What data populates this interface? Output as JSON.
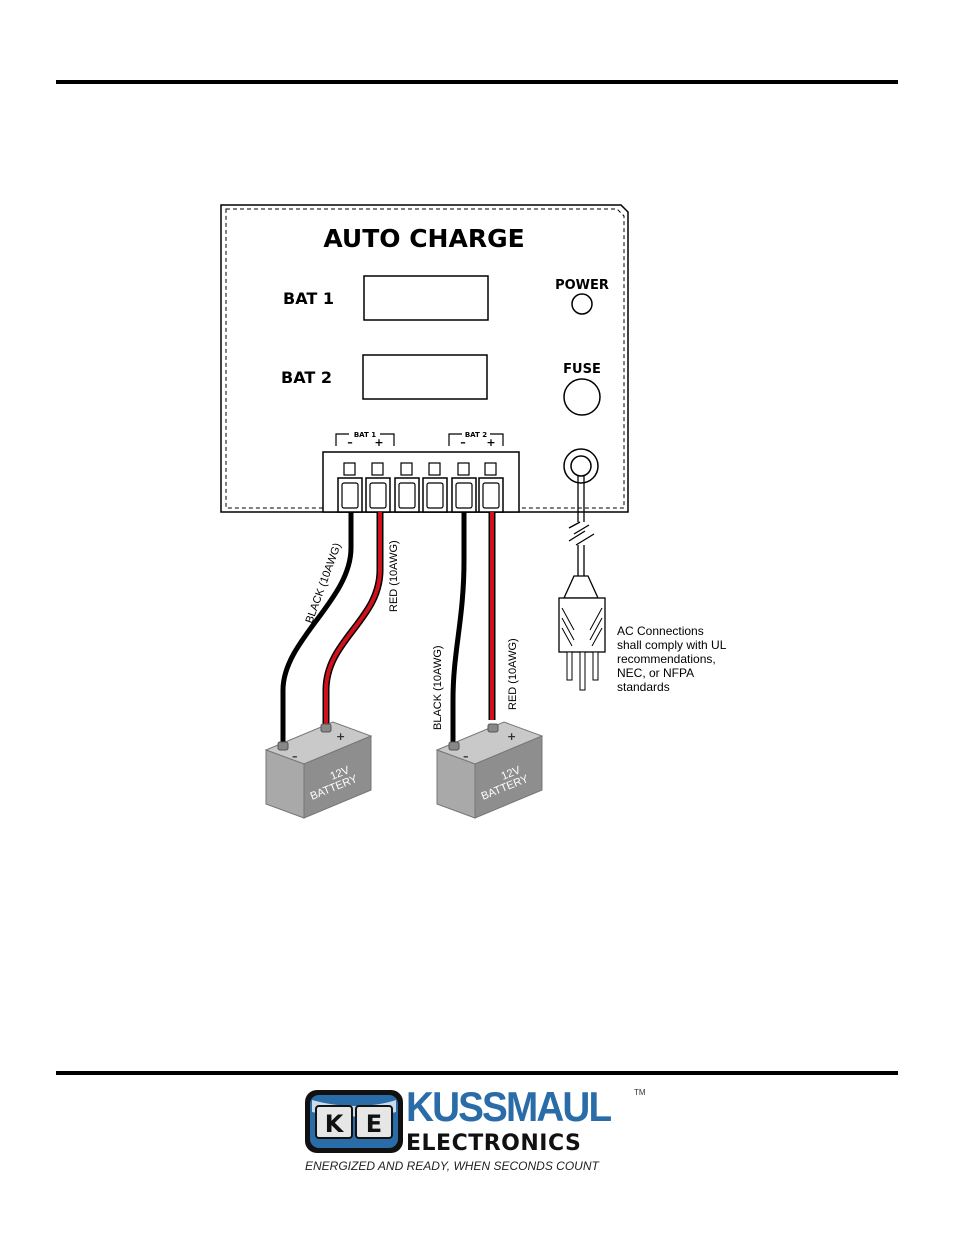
{
  "panel": {
    "title": "AUTO CHARGE",
    "bat1_label": "BAT 1",
    "bat2_label": "BAT 2",
    "power_label": "POWER",
    "fuse_label": "FUSE",
    "terminal_bat1": "BAT 1",
    "terminal_bat2": "BAT 2",
    "minus": "–",
    "plus": "+"
  },
  "wires": {
    "bat1_black": "BLACK (10AWG)",
    "bat1_red": "RED (10AWG)",
    "bat2_black": "BLACK (10AWG)",
    "bat2_red": "RED (10AWG)",
    "black_color": "#000000",
    "red_color": "#d0111b"
  },
  "batteries": {
    "voltage": "12V",
    "label": "BATTERY",
    "neg": "–",
    "pos": "+"
  },
  "ac_note": [
    "AC Connections",
    "shall comply with UL",
    "recommendations,",
    "NEC, or NFPA",
    "standards"
  ],
  "logo": {
    "letters": "KE",
    "name": "KUSSMAUL",
    "trademark": "TM",
    "subtitle": "ELECTRONICS",
    "tagline": "ENERGIZED AND READY, WHEN SECONDS COUNT",
    "brand_color": "#2a6ca8"
  }
}
